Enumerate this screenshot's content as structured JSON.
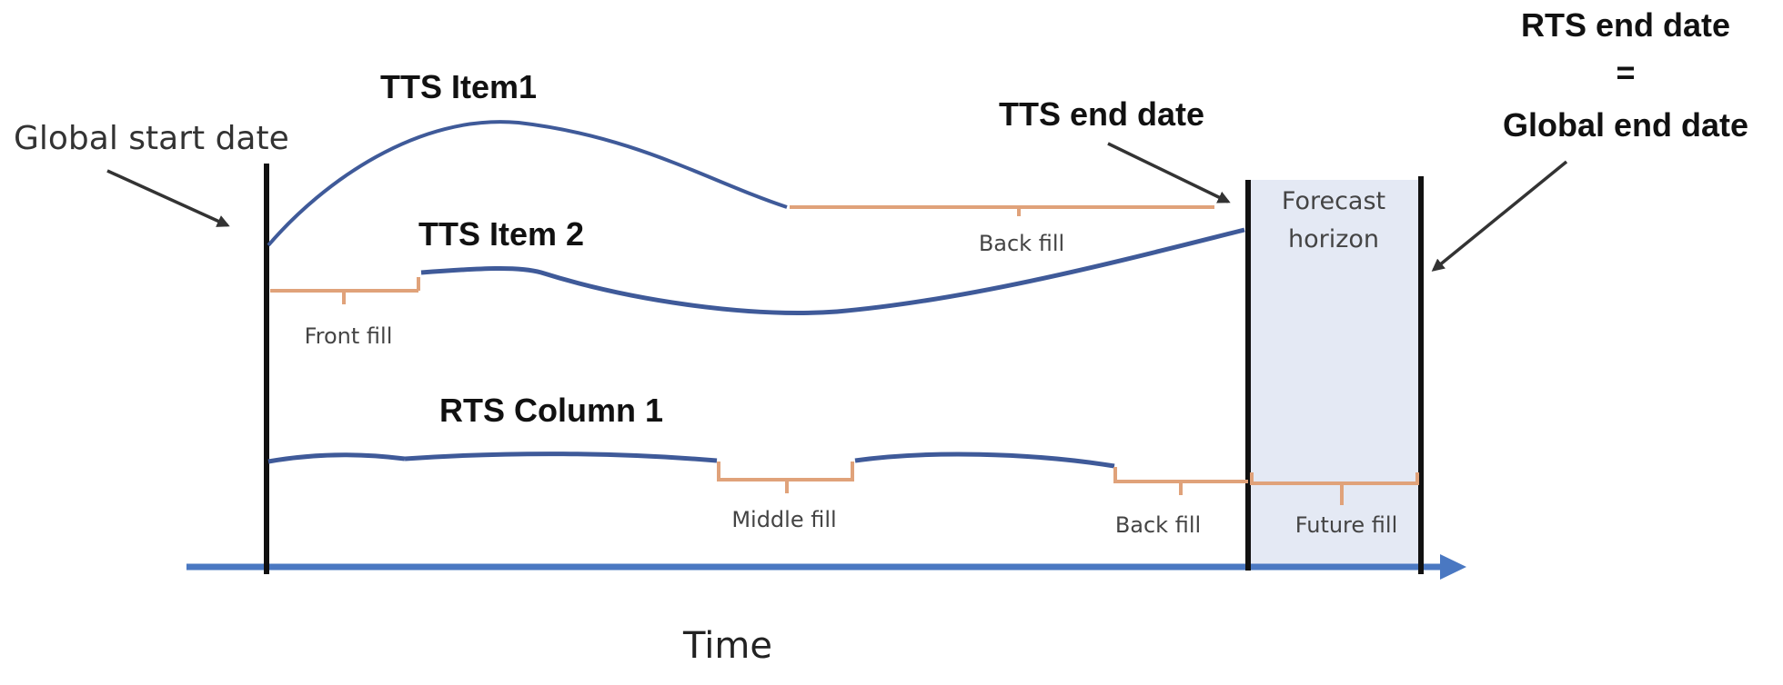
{
  "labels": {
    "global_start_date": "Global start date",
    "tts_item1": "TTS Item1",
    "tts_item2": "TTS Item 2",
    "tts_end_date": "TTS end date",
    "rts_end_date_line1": "RTS end date",
    "rts_end_date_line2": "=",
    "rts_end_date_line3": "Global end date",
    "forecast_horizon_line1": "Forecast",
    "forecast_horizon_line2": "horizon",
    "back_fill_top": "Back fill",
    "front_fill": "Front fill",
    "rts_column1": "RTS Column 1",
    "middle_fill": "Middle fill",
    "back_fill_bottom": "Back fill",
    "future_fill": "Future fill",
    "time_axis": "Time"
  },
  "colors": {
    "series_line": "#3f5a99",
    "fill_bracket": "#e0a27a",
    "axis_arrow": "#4a78c2",
    "forecast_band": "#e4e9f4",
    "boundary_line": "#111111",
    "pointer_arrow": "#333333"
  }
}
